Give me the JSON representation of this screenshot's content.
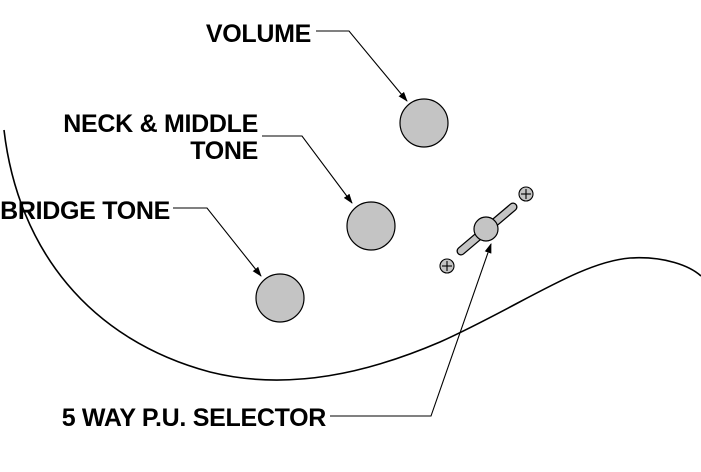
{
  "labels": {
    "volume": "VOLUME",
    "neck_middle_tone_line1": "NECK & MIDDLE",
    "neck_middle_tone_line2": "TONE",
    "bridge_tone": "BRIDGE TONE",
    "selector": "5 WAY P.U. SELECTOR"
  },
  "colors": {
    "knob_fill": "#c4c4c4",
    "line": "#000000",
    "background": "#ffffff"
  }
}
